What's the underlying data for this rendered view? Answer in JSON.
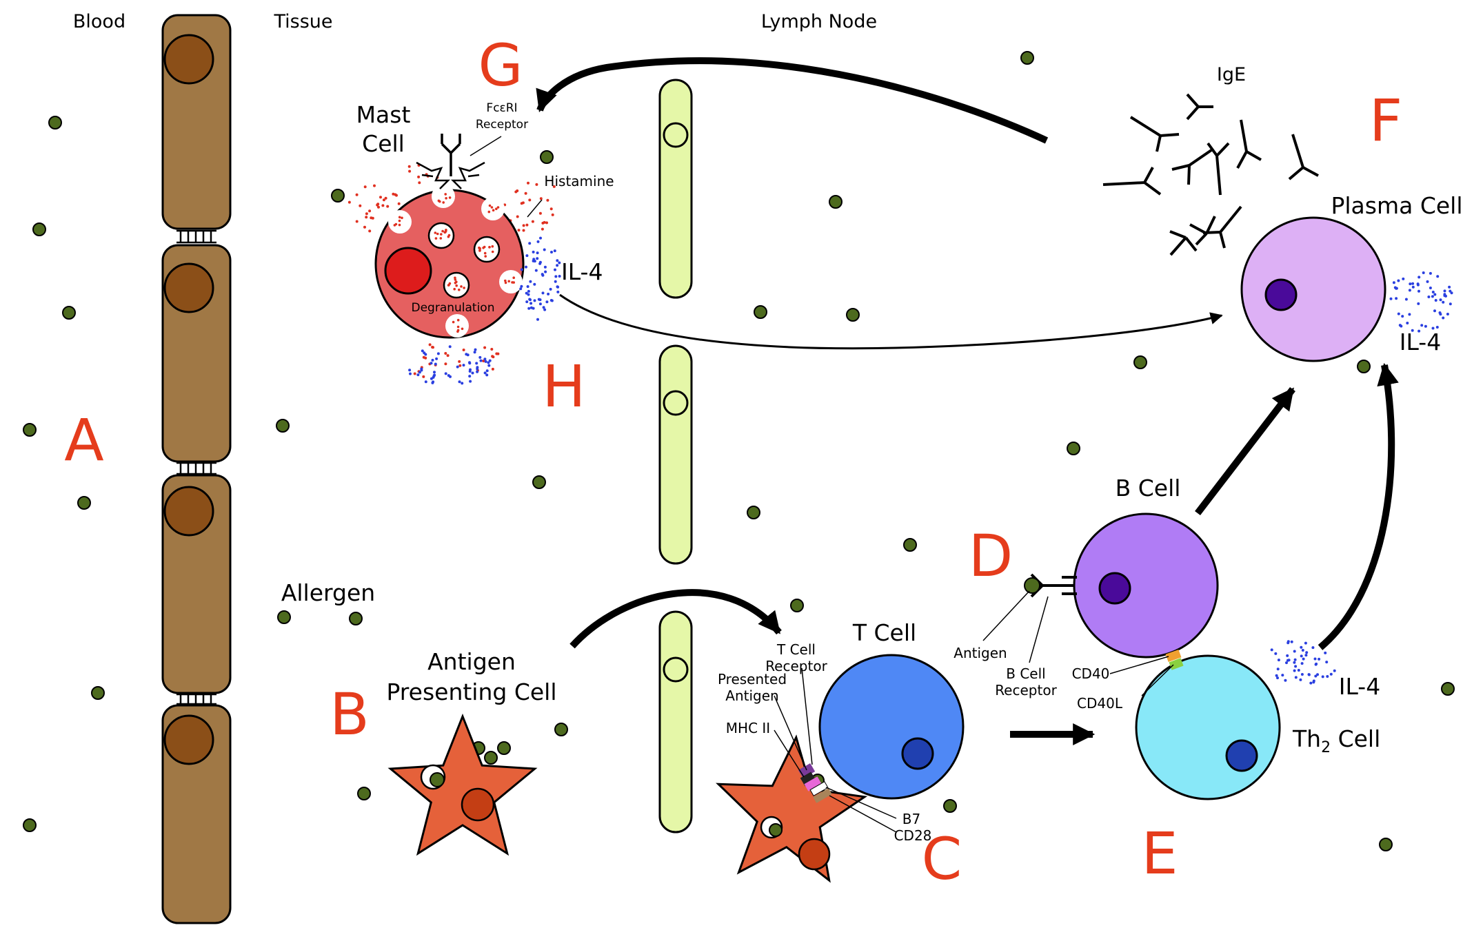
{
  "regions": {
    "blood": "Blood",
    "tissue": "Tissue",
    "lymph_node": "Lymph Node"
  },
  "letters": {
    "a": "A",
    "b": "B",
    "c": "C",
    "d": "D",
    "e": "E",
    "f": "F",
    "g": "G",
    "h": "H"
  },
  "labels": {
    "allergen": "Allergen",
    "apc_line1": "Antigen",
    "apc_line2": "Presenting Cell",
    "mast_line1": "Mast",
    "mast_line2": "Cell",
    "fce_line1": "FcεRI",
    "fce_line2": "Receptor",
    "histamine": "Histamine",
    "degranulation": "Degranulation",
    "il4_mast": "IL-4",
    "ige": "IgE",
    "plasma_cell": "Plasma Cell",
    "il4_plasma": "IL-4",
    "t_cell": "T Cell",
    "tcr_line1": "T Cell",
    "tcr_line2": "Receptor",
    "pa_line1": "Presented",
    "pa_line2": "Antigen",
    "mhc": "MHC II",
    "b7": "B7",
    "cd28": "CD28",
    "b_cell": "B Cell",
    "antigen": "Antigen",
    "bcr_line1": "B Cell",
    "bcr_line2": "Receptor",
    "cd40": "CD40",
    "cd40l": "CD40L",
    "il4_th2": "IL-4",
    "th2_pre": "Th",
    "th2_sub": "2",
    "th2_post": " Cell"
  },
  "colors": {
    "letter": "#e53c1c",
    "endothelial": "#a07845",
    "endo_nucleus": "#8b4f18",
    "lymph_vessel": "#e5f7a8",
    "allergen": "#4d6a1e",
    "mast_cell": "#e56060",
    "mast_nucleus": "#dd1c1c",
    "histamine": "#e03020",
    "il4": "#2a3fe0",
    "plasma_cell": "#ddb0f5",
    "plasma_nucleus": "#4a0a9a",
    "b_cell": "#b07cf5",
    "b_nucleus": "#4a0a9a",
    "t_cell": "#4f88f5",
    "t_nucleus": "#2040b0",
    "th2_cell": "#88e8f8",
    "th2_nucleus": "#2040b0",
    "apc": "#e5613a",
    "apc_nucleus": "#c43e14"
  }
}
